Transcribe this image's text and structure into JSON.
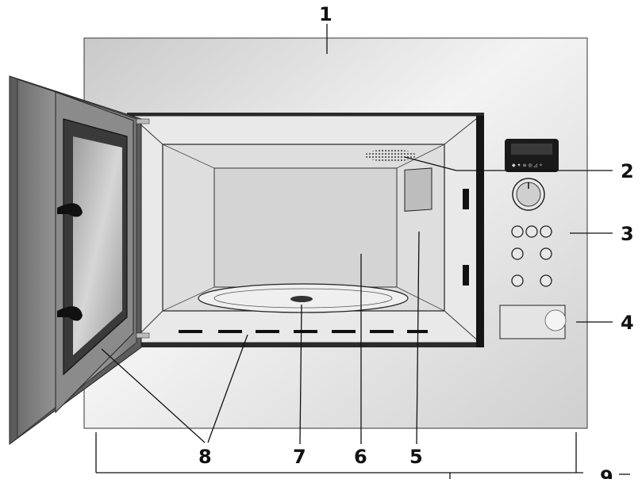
{
  "diagram": {
    "callouts": [
      {
        "id": "1",
        "label": "1"
      },
      {
        "id": "2",
        "label": "2"
      },
      {
        "id": "3",
        "label": "3"
      },
      {
        "id": "4",
        "label": "4"
      },
      {
        "id": "5",
        "label": "5"
      },
      {
        "id": "6",
        "label": "6"
      },
      {
        "id": "7",
        "label": "7"
      },
      {
        "id": "8",
        "label": "8"
      },
      {
        "id": "9",
        "label": "9"
      }
    ],
    "colors": {
      "frame": "#dcdcdc",
      "cavity": "#e6e6e6",
      "door": "#8a8a8a",
      "display": "#1a1a1a",
      "line": "#111111"
    }
  }
}
